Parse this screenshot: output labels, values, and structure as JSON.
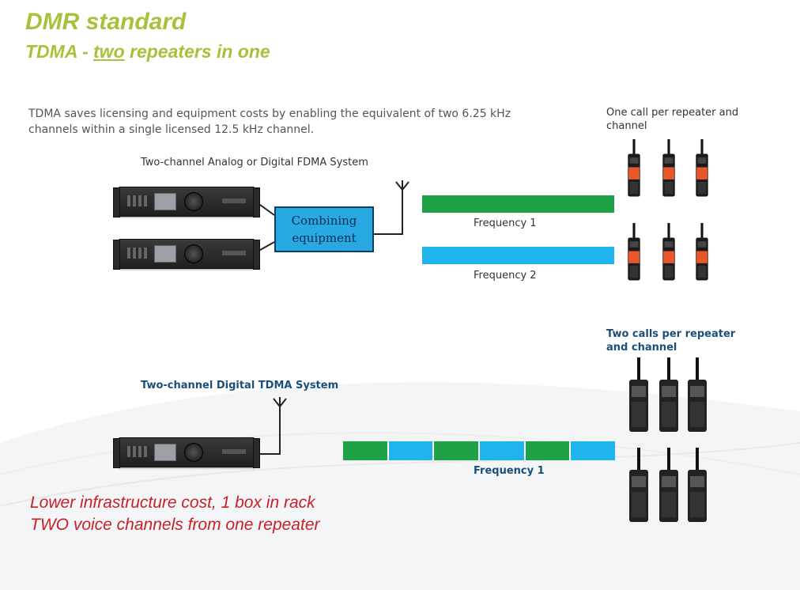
{
  "title": "DMR standard",
  "subtitle": {
    "prefix": "TDMA - ",
    "underlined": "two",
    "suffix": " repeaters in one"
  },
  "description": "TDMA saves licensing and equipment costs by enabling the equivalent of two 6.25 kHz channels within  a single licensed 12.5 kHz channel.",
  "fdma": {
    "label": "Two-channel Analog or Digital FDMA System",
    "combiner": "Combining equipment",
    "freq1": "Frequency 1",
    "freq2": "Frequency 2",
    "calls_label": "One call per repeater and channel"
  },
  "tdma": {
    "label": "Two-channel Digital TDMA System",
    "freq": "Frequency 1",
    "calls_label": "Two calls per repeater and channel",
    "slots": [
      "green",
      "blue",
      "green",
      "blue",
      "green",
      "blue"
    ]
  },
  "bottom": {
    "line1": "Lower infrastructure cost, 1 box in rack",
    "line2": "TWO voice channels from one repeater"
  },
  "colors": {
    "title": "#a6c23a",
    "green": "#1ea245",
    "blue": "#1fb4ec",
    "combiner": "#29a9e1",
    "highlight": "#c8202a",
    "label_blue": "#1a4f7a"
  }
}
